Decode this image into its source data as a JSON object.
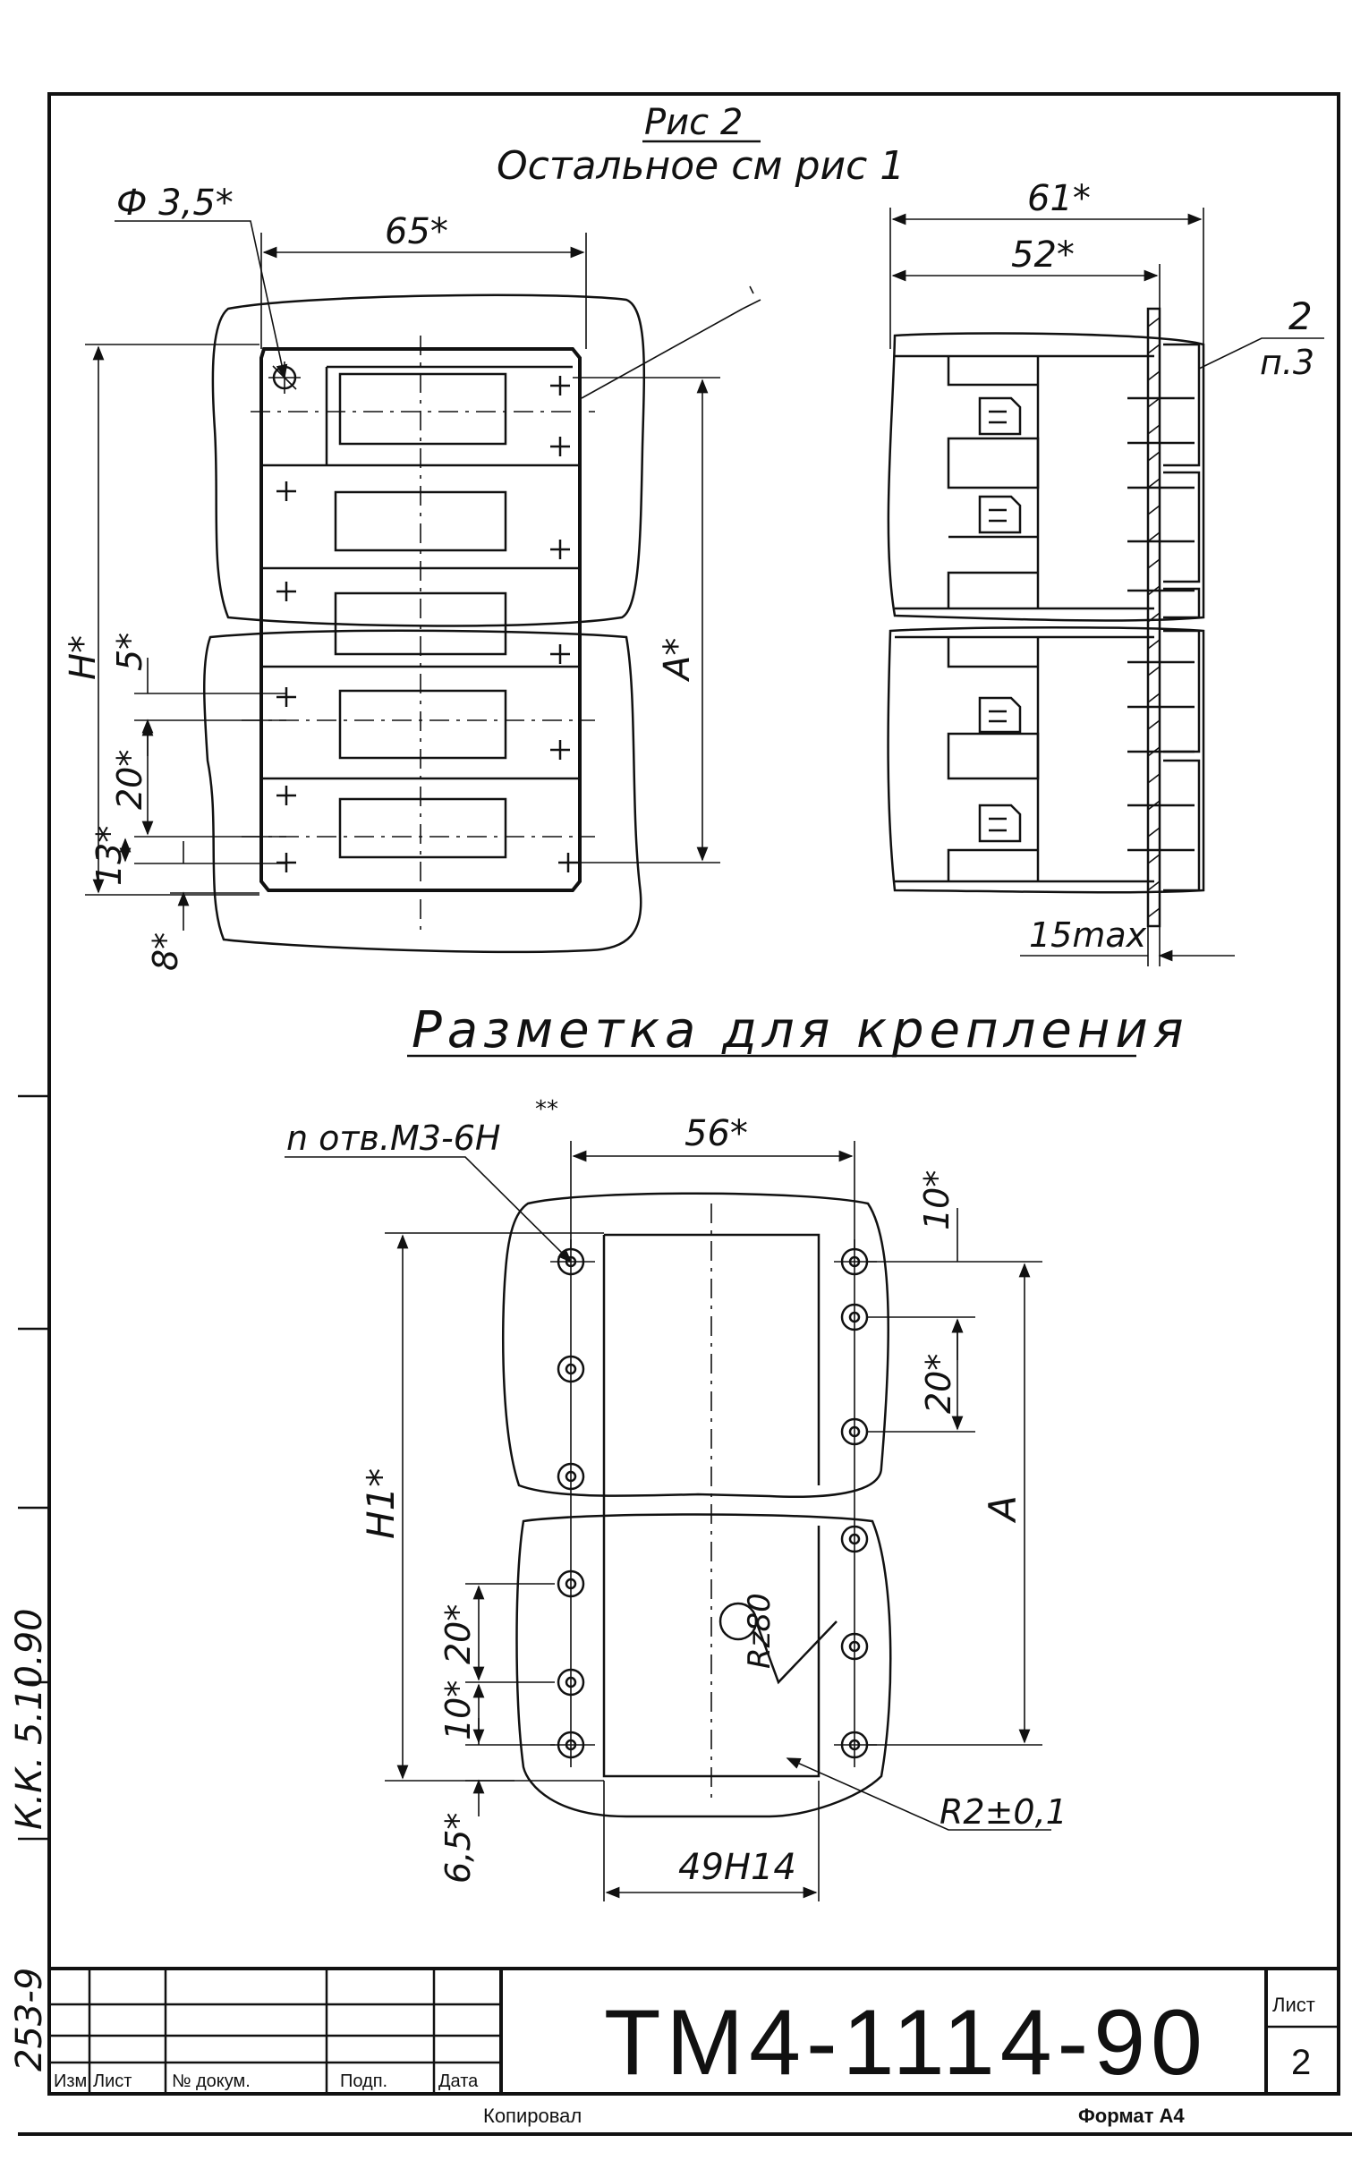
{
  "figure": {
    "caption": "Рис 2",
    "subcaption": "Остальное см рис 1",
    "dim_hole": "Ф 3,5*",
    "dim_65": "65*",
    "dim_61": "61*",
    "dim_52": "52*",
    "dim_H": "H*",
    "dim_A": "A*",
    "dim_5": "5*",
    "dim_20": "20*",
    "dim_13": "13*",
    "dim_8": "8*",
    "dim_15max": "15max",
    "callout_num": "2",
    "callout_ref": "п.3"
  },
  "marking": {
    "title": "Разметка для крепления",
    "holes_label": "n отв.M3-6H",
    "holes_mark": "**",
    "dim_56": "56*",
    "dim_10_top": "10*",
    "dim_20_right": "20*",
    "dim_A": "A",
    "dim_H1": "H1*",
    "dim_20_left": "20*",
    "dim_10_left": "10*",
    "dim_6_5": "6,5*",
    "roughness": "Rz80",
    "radius": "R2±0,1",
    "dim_49": "49H14"
  },
  "margin": {
    "inv_no": "253-9",
    "signature": "К.К. 5.10.90"
  },
  "title_block": {
    "designation": "ТМ4-1114-90",
    "sheet_label": "Лист",
    "sheet_number": "2",
    "col_change": "Изм",
    "col_sheet": "Лист",
    "col_doc": "№ докум.",
    "col_sign": "Подп.",
    "col_date": "Дата",
    "copied": "Копировал",
    "format": "Формат А4"
  }
}
